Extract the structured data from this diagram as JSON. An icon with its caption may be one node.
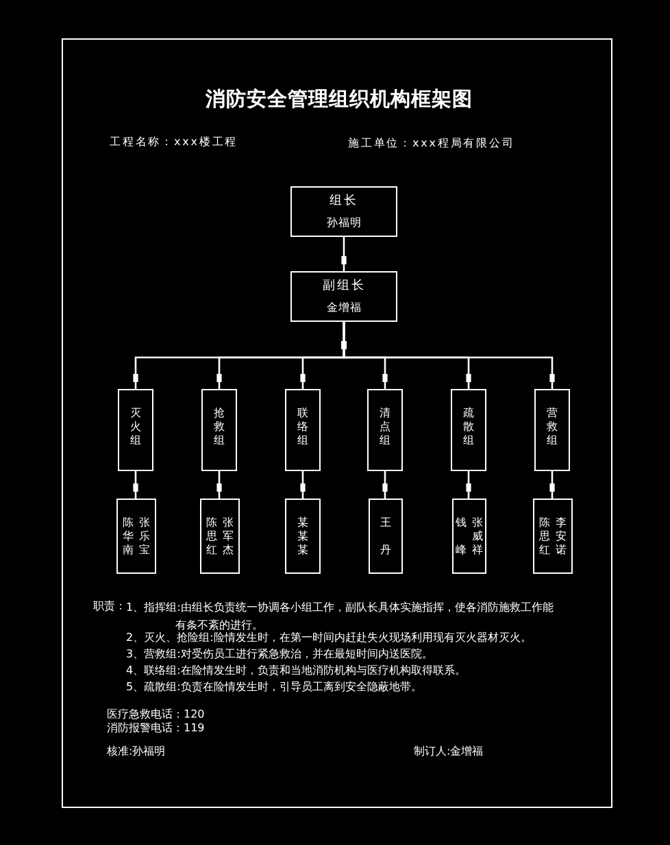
{
  "diagram": {
    "title": "消防安全管理组织机构框架图",
    "nodes": [
      {
        "text": [
          "组长",
          "孙福明"
        ]
      },
      {
        "text": [
          "副组长",
          "金增福"
        ]
      },
      {
        "text": [
          "灭火组"
        ]
      },
      {
        "text": [
          "抢救组"
        ]
      },
      {
        "text": [
          "联络组"
        ]
      },
      {
        "text": [
          "清点组"
        ]
      },
      {
        "text": [
          "疏散组"
        ]
      },
      {
        "text": [
          "营救组"
        ]
      },
      {
        "text": [
          "陈华南",
          "张乐宝"
        ]
      },
      {
        "text": [
          "陈思红",
          "张军杰"
        ]
      },
      {
        "text": [
          "某某某"
        ]
      },
      {
        "text": [
          "王丹"
        ]
      },
      {
        "text": [
          "钱峰",
          "张威祥"
        ]
      },
      {
        "text": [
          "陈思红",
          "李安诺"
        ]
      }
    ],
    "edges": [
      {
        "from": 0,
        "to": 1,
        "arrow": "other"
      },
      {
        "from": 1,
        "to": 2,
        "arrow": "other"
      },
      {
        "from": 1,
        "to": 3,
        "arrow": "other"
      },
      {
        "from": 1,
        "to": 4,
        "arrow": "other"
      },
      {
        "from": 1,
        "to": 5,
        "arrow": "other"
      },
      {
        "from": 1,
        "to": 6,
        "arrow": "other"
      },
      {
        "from": 1,
        "to": 7,
        "arrow": "other"
      },
      {
        "from": 2,
        "to": 8,
        "arrow": "other"
      },
      {
        "from": 3,
        "to": 9,
        "arrow": "other"
      },
      {
        "from": 4,
        "to": 10,
        "arrow": "other"
      },
      {
        "from": 5,
        "to": 11,
        "arrow": "other"
      },
      {
        "from": 6,
        "to": 12,
        "arrow": "other"
      },
      {
        "from": 7,
        "to": 13,
        "arrow": "other"
      }
    ],
    "labels": [
      "工程名称：xxx楼工程",
      "施工单位：xxx程局有限公司",
      "职责：",
      "1、指挥组:由组长负责统一协调各小组工作，副队长具体实施指挥，使各消防施救工作能有条不紊的进行。",
      "2、灭火、抢险组:险情发生时，在第一时间内赶赴失火现场利用现有灭火器材灭火。",
      "3、营救组:对受伤员工进行紧急救治，并在最短时间内送医院。",
      "4、联络组:在险情发生时，负责和当地消防机构与医疗机构取得联系。",
      "5、疏散组:负责在险情发生时，引导员工离到安全隐蔽地带。",
      "医疗急救电话：120",
      "消防报警电话：119",
      "核准:孙福明",
      "制订人:金增福"
    ]
  }
}
